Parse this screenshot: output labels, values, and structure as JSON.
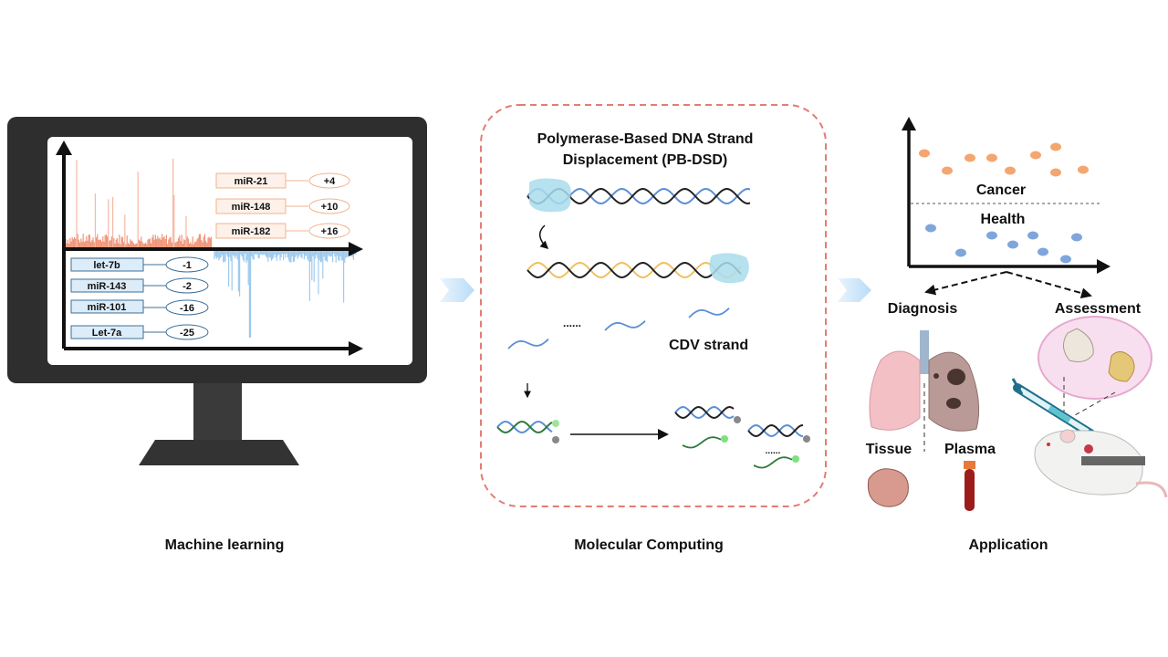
{
  "panels": {
    "machine_learning": {
      "caption": "Machine learning",
      "upregulated": [
        {
          "name": "miR-21",
          "score": "+4"
        },
        {
          "name": "miR-148",
          "score": "+10"
        },
        {
          "name": "miR-182",
          "score": "+16"
        }
      ],
      "downregulated": [
        {
          "name": "let-7b",
          "score": "-1"
        },
        {
          "name": "miR-143",
          "score": "-2"
        },
        {
          "name": "miR-101",
          "score": "-16"
        },
        {
          "name": "Let-7a",
          "score": "-25"
        }
      ],
      "colors": {
        "up": "#f08a6a",
        "down": "#8fc1ea",
        "up_box": "#fdf1ea",
        "down_box": "#dcecf8"
      }
    },
    "molecular_computing": {
      "caption": "Molecular Computing",
      "title_line1": "Polymerase-Based DNA Strand",
      "title_line2": "Displacement (PB-DSD)",
      "ellipsis": "......",
      "strand_label": "CDV strand",
      "border_color": "#e27d72"
    },
    "application": {
      "caption": "Application",
      "cancer_label": "Cancer",
      "health_label": "Health",
      "diagnosis_label": "Diagnosis",
      "assessment_label": "Assessment",
      "tissue_label": "Tissue",
      "plasma_label": "Plasma",
      "colors": {
        "cancer": "#f4a670",
        "health": "#7fa6db"
      }
    }
  }
}
